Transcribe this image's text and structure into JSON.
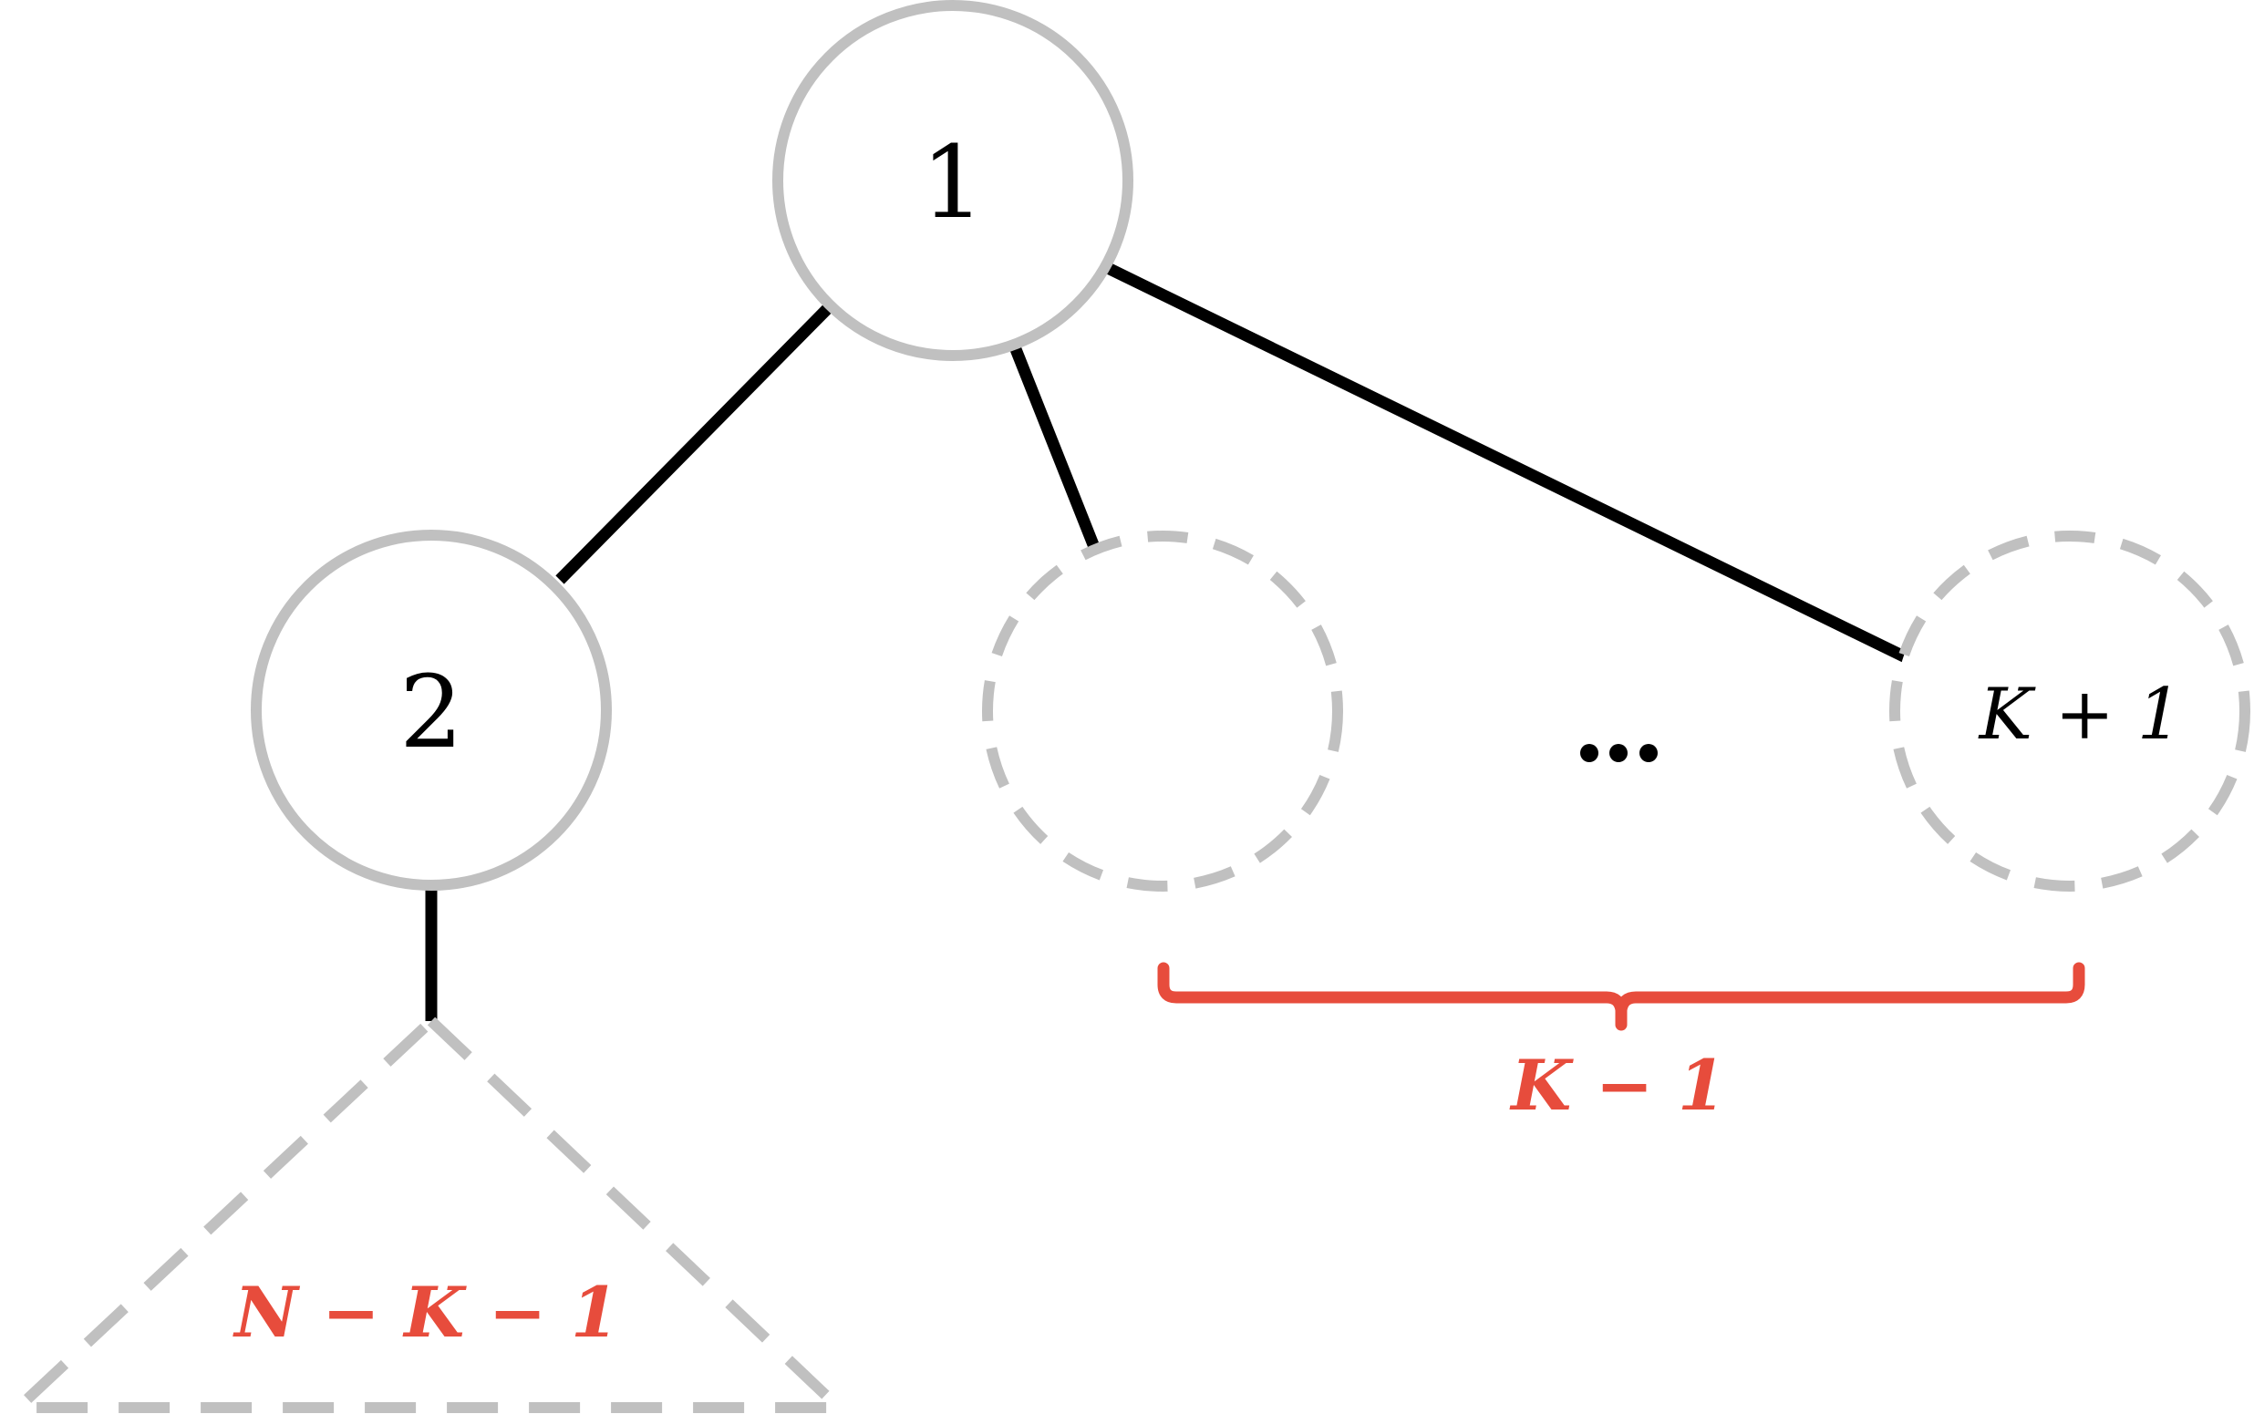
{
  "nodes": {
    "root": {
      "label": "1"
    },
    "child_first": {
      "label": "2"
    },
    "child_middle": {
      "label": ""
    },
    "child_last": {
      "label": "K + 1"
    }
  },
  "ellipsis": "...",
  "subtree_label": "N − K − 1",
  "brace_label": "K − 1",
  "colors": {
    "edge": "#000000",
    "node_outline": "#c0c0c0",
    "annotation": "#e74c3c"
  }
}
